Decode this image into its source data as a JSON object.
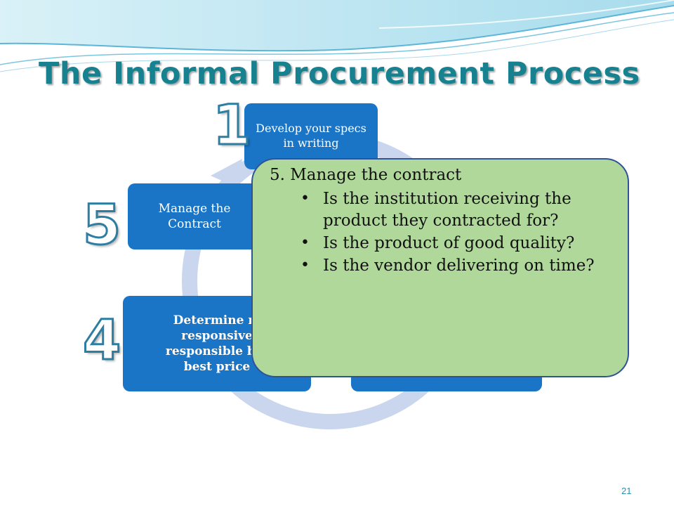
{
  "title": "The Informal Procurement Process",
  "steps": [
    {
      "number": "1",
      "label": "Develop your specs in writing"
    },
    {
      "number": "5",
      "label": "Manage the Contract"
    },
    {
      "number": "4",
      "label": "Determine m… responsive … responsible bid… best price"
    }
  ],
  "step4_lines": [
    "Determine m",
    "responsive",
    "responsible bid",
    "best price"
  ],
  "callout": {
    "heading": "5. Manage the contract",
    "bullets": [
      "Is the institution receiving the product they contracted for?",
      "Is the product of good quality?",
      "Is the vendor delivering on time?"
    ]
  },
  "page_number": "21",
  "colors": {
    "title": "#17818f",
    "box": "#1a75c7",
    "callout_fill": "#b0d89b",
    "callout_border": "#2f5496",
    "cycle_arrow": "#c9d6ee"
  }
}
